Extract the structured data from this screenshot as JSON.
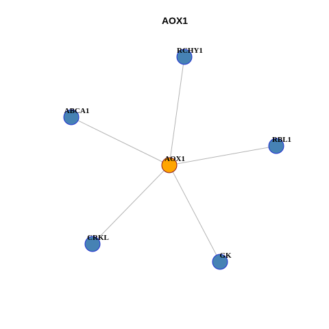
{
  "title": "AOX1",
  "colors": {
    "center_fill": "#FFA500",
    "center_stroke": "#8B1A1A",
    "node_fill": "#4682B4",
    "node_stroke": "#1F2FD0",
    "edge": "#B3B3B3"
  },
  "center": {
    "id": "AOX1",
    "label": "AOX1"
  },
  "neighbors": [
    {
      "id": "RCHY1",
      "label": "RCHY1"
    },
    {
      "id": "ABCA1",
      "label": "ABCA1"
    },
    {
      "id": "RBL1",
      "label": "RBL1"
    },
    {
      "id": "CRKL",
      "label": "CRKL"
    },
    {
      "id": "GK",
      "label": "GK"
    }
  ],
  "edges": [
    [
      "AOX1",
      "RCHY1"
    ],
    [
      "AOX1",
      "ABCA1"
    ],
    [
      "AOX1",
      "RBL1"
    ],
    [
      "AOX1",
      "CRKL"
    ],
    [
      "AOX1",
      "GK"
    ]
  ]
}
